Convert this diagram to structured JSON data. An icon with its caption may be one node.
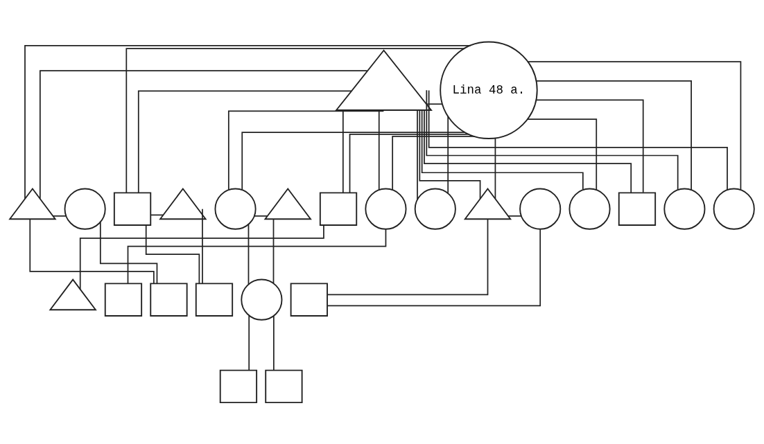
{
  "diagram": {
    "nodes": [
      {
        "text": [],
        "shape": "triangle"
      },
      {
        "text": [
          "Lina 48 a."
        ]
      },
      {
        "text": [],
        "shape": "triangle"
      },
      {
        "text": [],
        "shape": "circle"
      },
      {
        "text": [],
        "shape": "box"
      },
      {
        "text": [],
        "shape": "triangle"
      },
      {
        "text": [],
        "shape": "circle"
      },
      {
        "text": [],
        "shape": "triangle"
      },
      {
        "text": [],
        "shape": "box"
      },
      {
        "text": [],
        "shape": "triangle"
      },
      {
        "text": [],
        "shape": "circle"
      },
      {
        "text": [],
        "shape": "box"
      },
      {
        "text": [],
        "shape": "circle"
      },
      {
        "text": [],
        "shape": "triangle"
      },
      {
        "text": [],
        "shape": "circle"
      },
      {
        "text": [],
        "shape": "circle"
      },
      {
        "text": [],
        "shape": "box"
      },
      {
        "text": [],
        "shape": "circle"
      },
      {
        "text": [],
        "shape": "circle"
      },
      {
        "text": [],
        "shape": "box"
      },
      {
        "text": [],
        "shape": "box"
      },
      {
        "text": [],
        "shape": "circle"
      },
      {
        "text": [],
        "shape": "box"
      },
      {
        "text": [],
        "shape": "box"
      },
      {
        "text": [],
        "shape": "box"
      }
    ],
    "edges": [
      {
        "from": 0,
        "to": 1,
        "arrow": "none"
      },
      {
        "from": 2,
        "to": 3,
        "arrow": "none"
      },
      {
        "from": 4,
        "to": 5,
        "arrow": "none"
      },
      {
        "from": 6,
        "to": 7,
        "arrow": "none"
      },
      {
        "from": 8,
        "to": 9,
        "arrow": "none"
      },
      {
        "from": 10,
        "to": 11,
        "arrow": "none"
      },
      {
        "from": 13,
        "to": 14,
        "arrow": "none"
      },
      {
        "from": 0,
        "to": 2,
        "arrow": "none"
      },
      {
        "from": 1,
        "to": 2,
        "arrow": "none"
      },
      {
        "from": 0,
        "to": 4,
        "arrow": "none"
      },
      {
        "from": 1,
        "to": 4,
        "arrow": "none"
      },
      {
        "from": 0,
        "to": 6,
        "arrow": "none"
      },
      {
        "from": 1,
        "to": 6,
        "arrow": "none"
      },
      {
        "from": 0,
        "to": 8,
        "arrow": "none"
      },
      {
        "from": 1,
        "to": 8,
        "arrow": "none"
      },
      {
        "from": 0,
        "to": 10,
        "arrow": "none"
      },
      {
        "from": 1,
        "to": 10,
        "arrow": "none"
      },
      {
        "from": 0,
        "to": 12,
        "arrow": "none"
      },
      {
        "from": 1,
        "to": 12,
        "arrow": "none"
      },
      {
        "from": 0,
        "to": 13,
        "arrow": "none"
      },
      {
        "from": 1,
        "to": 13,
        "arrow": "none"
      },
      {
        "from": 0,
        "to": 15,
        "arrow": "none"
      },
      {
        "from": 1,
        "to": 15,
        "arrow": "none"
      },
      {
        "from": 0,
        "to": 16,
        "arrow": "none"
      },
      {
        "from": 1,
        "to": 16,
        "arrow": "none"
      },
      {
        "from": 0,
        "to": 17,
        "arrow": "none"
      },
      {
        "from": 1,
        "to": 17,
        "arrow": "none"
      },
      {
        "from": 0,
        "to": 18,
        "arrow": "none"
      },
      {
        "from": 1,
        "to": 18,
        "arrow": "none"
      },
      {
        "from": 2,
        "to": 19,
        "arrow": "none"
      },
      {
        "from": 3,
        "to": 19,
        "arrow": "none"
      },
      {
        "from": 4,
        "to": 20,
        "arrow": "none"
      },
      {
        "from": 5,
        "to": 20,
        "arrow": "none"
      },
      {
        "from": 6,
        "to": 21,
        "arrow": "none"
      },
      {
        "from": 7,
        "to": 21,
        "arrow": "none"
      },
      {
        "from": 13,
        "to": 22,
        "arrow": "none"
      },
      {
        "from": 14,
        "to": 22,
        "arrow": "none"
      },
      {
        "from": 21,
        "to": 23,
        "arrow": "none"
      },
      {
        "from": 21,
        "to": 24,
        "arrow": "none"
      }
    ]
  }
}
